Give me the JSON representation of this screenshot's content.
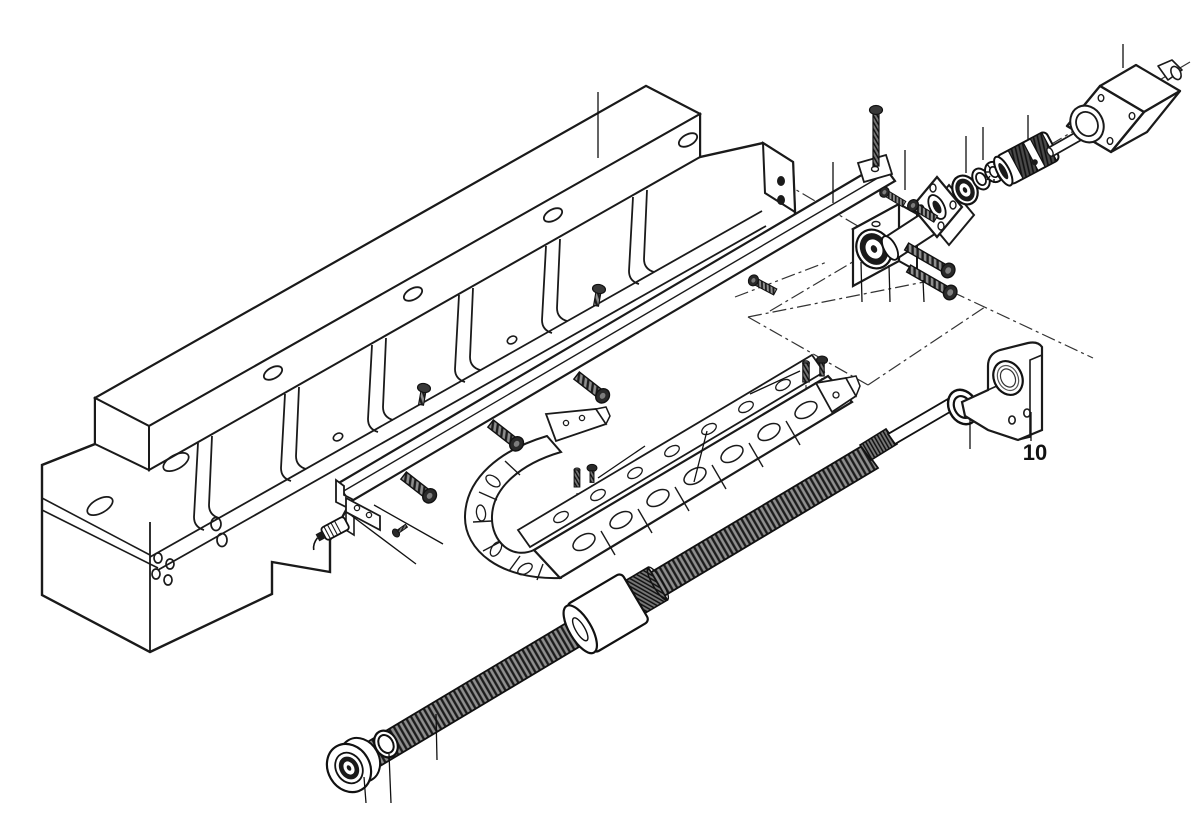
{
  "figure": {
    "type": "exploded-parts-diagram",
    "background_color": "#ffffff",
    "line_color": "#1a1a1a",
    "callouts": [
      {
        "label": "10",
        "part": "spindle-nut-retainer-bracket"
      }
    ]
  },
  "parts": [
    {
      "name": "base-beam-weldment"
    },
    {
      "name": "backing-plate"
    },
    {
      "name": "guide-rail-strip"
    },
    {
      "name": "bearing-block"
    },
    {
      "name": "flanged-bearing-housing"
    },
    {
      "name": "ball-bearing"
    },
    {
      "name": "washer"
    },
    {
      "name": "lock-nut"
    },
    {
      "name": "shaft-coupling"
    },
    {
      "name": "stepper-motor"
    },
    {
      "name": "cable-drag-chain"
    },
    {
      "name": "lead-screw"
    },
    {
      "name": "lead-screw-nut"
    },
    {
      "name": "end-bearing"
    },
    {
      "name": "end-washer"
    },
    {
      "name": "ring-washer"
    },
    {
      "name": "retainer-bracket"
    },
    {
      "name": "limit-switch-sensor"
    },
    {
      "name": "mounting-screws"
    }
  ]
}
